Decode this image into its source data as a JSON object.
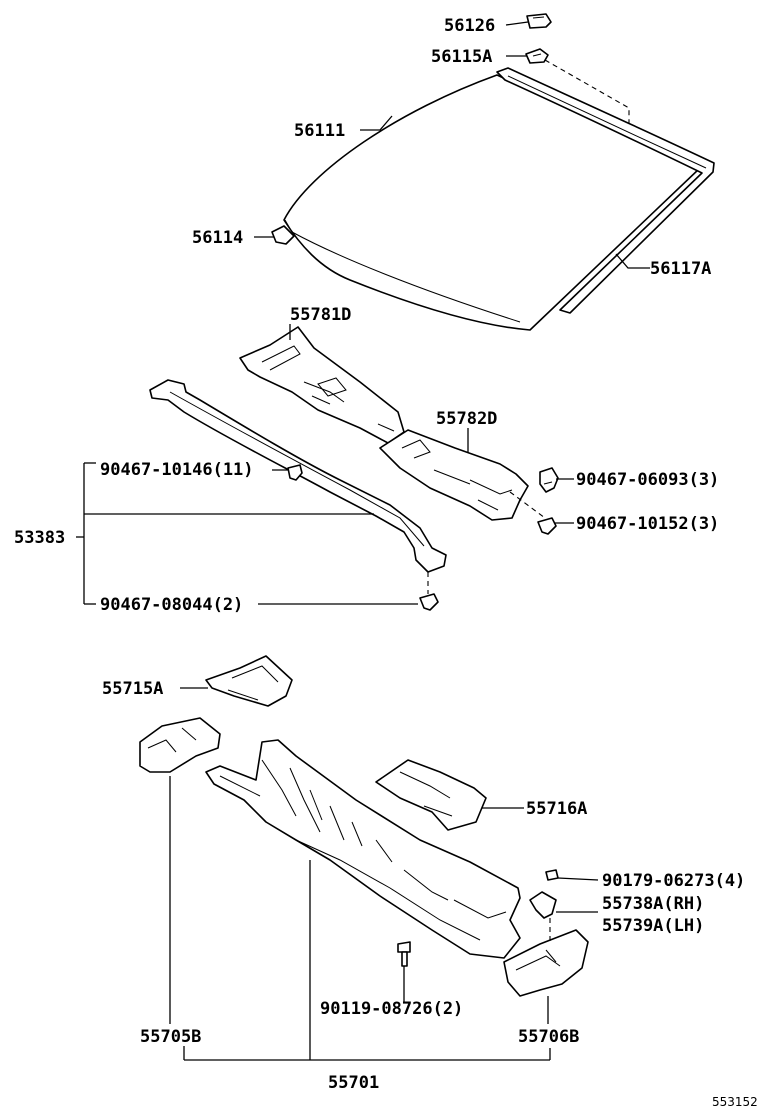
{
  "parts": {
    "p56126": "56126",
    "p56115A": "56115A",
    "p56111": "56111",
    "p56114": "56114",
    "p56117A": "56117A",
    "p55781D": "55781D",
    "p55782D": "55782D",
    "p90467_10146": "90467-10146(11)",
    "p90467_06093": "90467-06093(3)",
    "p90467_10152": "90467-10152(3)",
    "p53383": "53383",
    "p90467_08044": "90467-08044(2)",
    "p55715A": "55715A",
    "p55716A": "55716A",
    "p90179_06273": "90179-06273(4)",
    "p55738A": "55738A(RH)",
    "p55739A": "55739A(LH)",
    "p90119_08726": "90119-08726(2)",
    "p55705B": "55705B",
    "p55706B": "55706B",
    "p55701": "55701"
  },
  "diagram_id": "553152"
}
